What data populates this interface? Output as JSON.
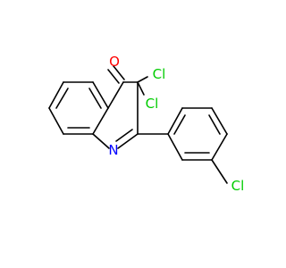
{
  "molecule": {
    "atoms": {
      "oxygen": "O",
      "nitrogen": "N",
      "chlorine_1": "Cl",
      "chlorine_2": "Cl",
      "chlorine_3": "Cl"
    },
    "colors": {
      "bond": "#000000",
      "carbon_label": "#000000",
      "oxygen": "#ff0000",
      "nitrogen": "#0000ff",
      "chlorine": "#00cc00"
    }
  }
}
